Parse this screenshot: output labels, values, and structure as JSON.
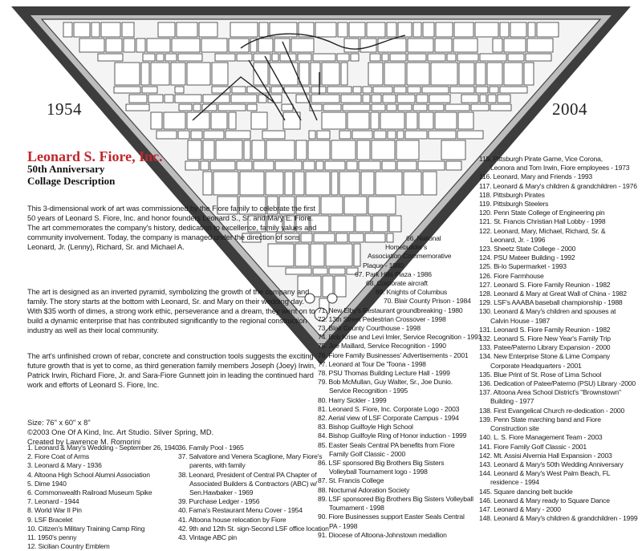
{
  "header": {
    "year_left": "1954",
    "year_right": "2004"
  },
  "title": {
    "company": "Leonard S. Fiore, Inc.",
    "line1": "50th Anniversary",
    "line2": "Collage Description"
  },
  "colors": {
    "brand_red": "#c0272d",
    "frame_dark": "#3a3a3a"
  },
  "paragraphs": [
    "This 3-dimensional work of art was commissioned by the Fiore family to celebrate the first 50 years of Leonard S. Fiore, Inc. and honor founders Leonard S., Sr. and Mary E. Fiore. The art commemorates the company's history, dedication to excellence, family values and community involvement. Today, the company is managed under the direction of sons Leonard, Jr. (Lenny), Richard, Sr. and Michael A.",
    "The art is designed as an inverted pyramid, symbolizing the growth of the company and family.  The story starts at the bottom with Leonard, Sr. and Mary on their wedding day. With $35 worth of dimes, a strong work ethic, perseverance and a dream, they went on to build a dynamic enterprise that has contributed significantly to the regional construction industry as well as their local community.",
    "The art's unfinished crown of rebar, concrete and construction tools suggests the exciting future growth that is yet to come, as third generation family members Joseph (Joey) Irwin, Patrick Irwin, Richard Fiore, Jr. and Sara-Fiore Gunnett join in leading the continued hard work and efforts of Leonard S. Fiore, Inc."
  ],
  "credits": {
    "size": "Size:  76\" x 60\" x 8\"",
    "copyright": "©2003 One Of A Kind, Inc. Art Studio. Silver Spring, MD.",
    "creator": "Created by Lawrence M. Romorini"
  },
  "list_left": [
    "1. Leonard & Mary's Wedding - September 26, 1940",
    "2. Fiore Coat of Arms",
    "3. Leonard & Mary - 1936",
    "4. Altoona High School Alumni Association",
    "5. Dime 1940",
    "6. Commonwealth Railroad Museum Spike",
    "7. Leonard - 1944",
    "8. World War II Pin",
    "9. LSF Bracelet",
    "10. Citizen's Military Training Camp Ring",
    "11. 1950's penny",
    "12. Sicilian Country Emblem"
  ],
  "list_center": [
    "36. Family Pool -  1965",
    "37. Salvatore and Venera Scaglione, Mary Fiore's",
    "      parents, with family",
    "38. Leonard, President of Central PA Chapter of",
    "      Associated Builders & Contractors (ABC) w/",
    "      Sen.Hawbaker - 1969",
    "39. Purchase Ledger - 1956",
    "40. Fama's Restaurant Menu Cover - 1954",
    "41. Altoona house relocation by Fiore",
    "42. 9th and 12th St. sign-Second LSF office location",
    "43. Vintage ABC pin"
  ],
  "list_mid": [
    "66. National",
    "Homebuilder's",
    "Association Commemorative",
    "Plaque - 1980",
    "67. Park Hills Plaza - 1986",
    "68. Corporate aircraft",
    "69. Knights of Columbus",
    "70. Blair County Prison - 1984",
    "71. New Elby's Restaurant groundbreaking - 1980",
    "72. 13th Street Pedestrian Crossover - 1998",
    "73. Blair County Courthouse - 1998",
    "74. Bob Krise and Levi Imler, Service Recognition - 1991",
    "75. Joe Maillard, Service Recognition - 1990",
    "76. Fiore Family Businesses' Advertisements - 2001",
    "77. Leonard at Tour De 'Toona - 1998",
    "78. PSU Thomas Building Lecture Hall - 1999",
    "79. Bob McMullan, Guy Walter, Sr., Joe Dunio.",
    "      Service Recognition - 1995",
    "80. Harry Sickler - 1999",
    "81. Leonard S. Fiore, Inc. Corporate Logo - 2003",
    "82. Aerial view of LSF Corporate Campus - 1994",
    "83. Bishop Guilfoyle High School",
    "84. Bishop Guilfoyle Ring of Honor induction - 1999",
    "85. Easter Seals Central PA benefits from Fiore",
    "      Family Golf Classic - 2000",
    "86. LSF sponsored Big Brothers Big Sisters",
    "      Volleyball Tournament logo - 1998",
    "87. St. Francis College",
    "88. Nocturnal Adoration Society",
    "89. LSF sponsored Big Brothers Big Sisters Volleyball",
    "      Tournament - 1998",
    "90. Fiore Businesses support Easter Seals Central",
    "      PA - 1998",
    "91. Diocese of Altoona-Johnstown medallion"
  ],
  "list_right": [
    "115. Pittsburgh Pirate Game, Vice Corona,",
    "        Leonora and Tom Irwin, Fiore employees - 1973",
    "116. Leonard, Mary and Friends - 1993",
    "117. Leonard & Mary's children & grandchildren - 1976",
    "118. Pittsburgh Pirates",
    "119. Pittsburgh Steelers",
    "120. Penn State College of Engineering pin",
    "121. St. Francis Christian Hall Lobby - 1998",
    "122. Leonard, Mary, Michael, Richard, Sr. &",
    "        Leonard, Jr. - 1996",
    "123. Sheetz State College - 2000",
    "124. PSU Mateer Building - 1992",
    "125. Bi-lo Supermarket - 1993",
    "126. Fiore Farmhouse",
    "127. Leonard S. Fiore Family Reunion - 1982",
    "128. Leonard & Mary at Great Wall of China - 1982",
    "129. LSF's AAABA baseball championship - 1988",
    "130. Leonard & Mary's children and spouses at",
    "        Calvin House - 1987",
    "131. Leonard S. Fiore Family Reunion - 1982",
    "132. Leonard S. Fiore New Year's Family Trip",
    "133. Patee/Paterno Library Expansion - 2000",
    "134. New Enterprise Stone & Lime Company",
    "        Corporate Headquarters - 2001",
    "135. Blue Print of St. Rose of Lima School",
    "136. Dedication of Patee/Paterno (PSU) Library -2000",
    "137. Altoona Area School District's \"Brownstown\"",
    "        Building - 1977",
    "138. First Evangelical Church re-dedication - 2000",
    "139. Penn State marching band and Fiore",
    "        Construction site",
    "140. L. S. Fiore Management Team - 2003",
    "141. Fiore Family Golf Classic - 2001",
    "142. Mt. Assisi Alvernia Hall Expansion - 2003",
    "143. Leonard & Mary's 50th Wedding Anniversary",
    "144. Leonard & Mary's West Palm Beach, FL",
    "        residence - 1994",
    "145. Square dancing belt buckle",
    "146. Leonard & Mary ready to Square Dance",
    "147. Leonard & Mary - 2000",
    "148. Leonard & Mary's children & grandchildren - 1999"
  ]
}
